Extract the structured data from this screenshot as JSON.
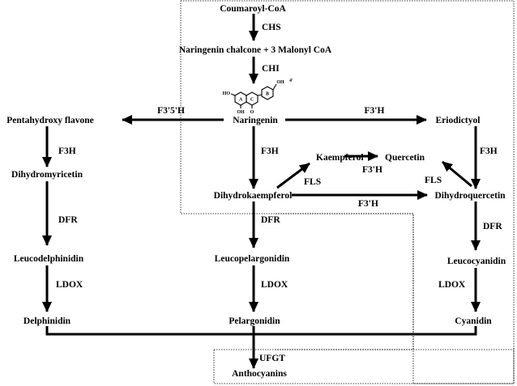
{
  "compounds": {
    "coumaroyl_coa": "Coumaroyl-CoA",
    "naringenin_chalcone": "Naringenin chalcone + 3 Malonyl CoA",
    "naringenin": "Naringenin",
    "pentahydroxy_flavone": "Pentahydroxy flavone",
    "eriodictyol": "Eriodictyol",
    "kaempferol": "Kaempferol",
    "quercetin": "Quercetin",
    "dihydromyricetin": "Dihydromyricetin",
    "dihydrokaempferol": "Dihydrokaempferol",
    "dihydroquercetin": "Dihydroquercetin",
    "leucodelphinidin": "Leucodelphinidin",
    "leucopelargonidin": "Leucopelargonidin",
    "leucocyanidin": "Leucocyanidin",
    "delphinidin": "Delphinidin",
    "pelargonidin": "Pelargonidin",
    "cyanidin": "Cyanidin",
    "anthocyanins": "Anthocyanins"
  },
  "enzymes": {
    "chs": "CHS",
    "chi": "CHI",
    "f3_5_h": "F3'5'H",
    "f3_h_top": "F3'H",
    "f3h_left": "F3H",
    "f3h_center": "F3H",
    "f3h_right": "F3H",
    "fls_left": "FLS",
    "fls_right": "FLS",
    "f3_h_mid": "F3'H",
    "f3_h_low": "F3'H",
    "dfr_left": "DFR",
    "dfr_center": "DFR",
    "dfr_right": "DFR",
    "ldox_left": "LDOX",
    "ldox_center": "LDOX",
    "ldox_right": "LDOX",
    "ufgt": "UFGT"
  },
  "structure": {
    "ring_a": "A",
    "ring_c": "C",
    "ring_b": "B",
    "ho_7": "HO",
    "oh_5": "OH",
    "o_4": "O",
    "oh_4prime": "OH",
    "pos_4prime": "4'"
  }
}
